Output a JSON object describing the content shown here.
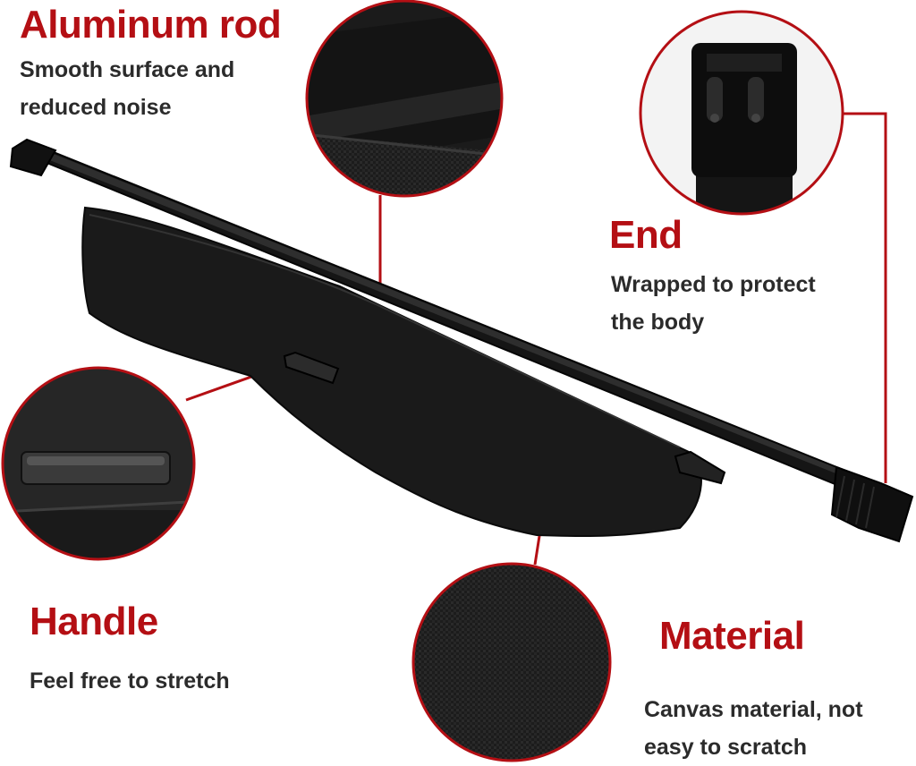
{
  "callouts": {
    "aluminum_rod": {
      "title": "Aluminum rod",
      "lines": [
        "Smooth surface and",
        "reduced noise"
      ]
    },
    "end": {
      "title": "End",
      "lines": [
        "Wrapped to protect",
        "the body"
      ]
    },
    "handle": {
      "title": "Handle",
      "lines": [
        "Feel free to stretch"
      ]
    },
    "material": {
      "title": "Material",
      "lines": [
        "Canvas material, not",
        "easy to scratch"
      ]
    }
  },
  "colors": {
    "accent": "#b40f14",
    "text": "#2b2b2b",
    "product": "#111111"
  },
  "icons": {
    "product": "cargo-cover-illustration",
    "zoom_rod": "rod-closeup",
    "zoom_end": "end-cap-closeup",
    "zoom_handle": "handle-closeup",
    "zoom_material": "canvas-texture-closeup"
  }
}
